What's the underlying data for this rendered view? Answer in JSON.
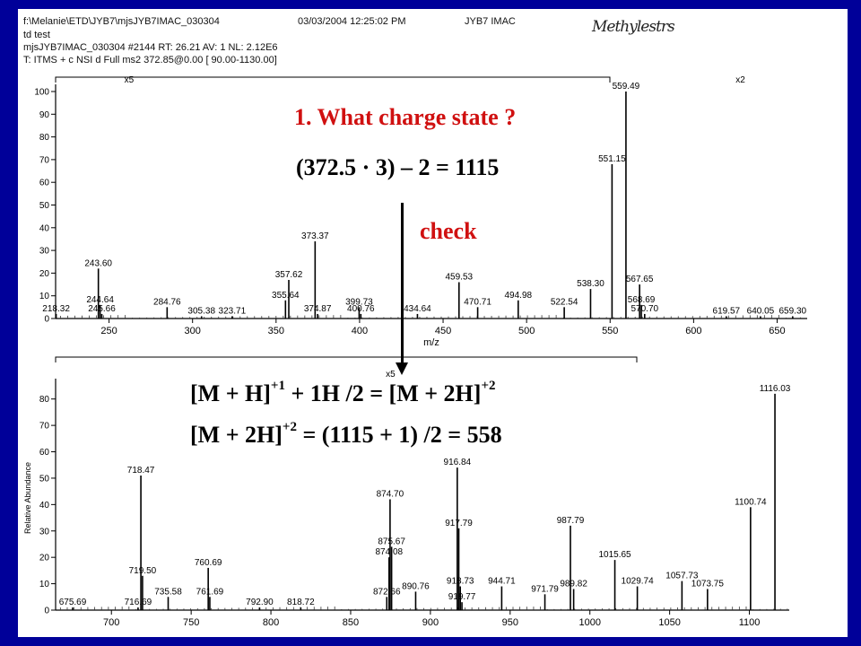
{
  "header": {
    "path": "f:\\Melanie\\ETD\\JYB7\\mjsJYB7IMAC_030304",
    "datetime": "03/03/2004 12:25:02 PM",
    "sample": "JYB7 IMAC",
    "line2": "td test",
    "scan": "mjsJYB7IMAC_030304 #2144   RT: 26.21   AV: 1   NL: 2.12E6",
    "filter": "T: ITMS + c NSI d Full ms2 372.85@0.00 [ 90.00-1130.00]",
    "handwriting": "Methylestrs"
  },
  "overlay": {
    "question": "1. What charge state ?",
    "calc": "(372.5 · 3) – 2 = 1115",
    "check": "check",
    "eq1_a": "[M + H]",
    "eq1_sup1": "+1",
    "eq1_b": " + 1H /2  = [M + 2H]",
    "eq1_sup2": "+2",
    "eq2_a": "[M + 2H]",
    "eq2_sup": "+2",
    "eq2_b": " = (1115 + 1) /2   = 558"
  },
  "colors": {
    "background": "#000099",
    "accent_red": "#d01010",
    "paper": "#ffffff"
  },
  "chart_data": [
    {
      "type": "bar",
      "xlabel": "m/z",
      "ylabel": "",
      "xlim": [
        218,
        668
      ],
      "ylim": [
        0,
        100
      ],
      "xticks": [
        250,
        300,
        350,
        400,
        450,
        500,
        550,
        600,
        650
      ],
      "yticks": [
        0,
        10,
        20,
        30,
        40,
        50,
        60,
        70,
        80,
        90,
        100
      ],
      "zoom_labels": [
        {
          "text": "x5",
          "x": 262
        },
        {
          "text": "x2",
          "x": 628
        }
      ],
      "peaks": [
        {
          "x": 218.32,
          "y": 2,
          "label": "218.32"
        },
        {
          "x": 243.6,
          "y": 22,
          "label": "243.60"
        },
        {
          "x": 244.64,
          "y": 6,
          "label": "244.64"
        },
        {
          "x": 245.66,
          "y": 2,
          "label": "245.66"
        },
        {
          "x": 284.76,
          "y": 5,
          "label": "284.76"
        },
        {
          "x": 305.38,
          "y": 1,
          "label": "305.38"
        },
        {
          "x": 323.71,
          "y": 1,
          "label": "323.71"
        },
        {
          "x": 355.64,
          "y": 8,
          "label": "355.64"
        },
        {
          "x": 357.62,
          "y": 17,
          "label": "357.62"
        },
        {
          "x": 373.37,
          "y": 34,
          "label": "373.37"
        },
        {
          "x": 374.87,
          "y": 2,
          "label": "374.87"
        },
        {
          "x": 399.73,
          "y": 5,
          "label": "399.73"
        },
        {
          "x": 400.76,
          "y": 2,
          "label": "400.76"
        },
        {
          "x": 434.64,
          "y": 2,
          "label": "434.64"
        },
        {
          "x": 459.53,
          "y": 16,
          "label": "459.53"
        },
        {
          "x": 470.71,
          "y": 5,
          "label": "470.71"
        },
        {
          "x": 494.98,
          "y": 8,
          "label": "494.98"
        },
        {
          "x": 522.54,
          "y": 5,
          "label": "522.54"
        },
        {
          "x": 538.3,
          "y": 13,
          "label": "538.30"
        },
        {
          "x": 551.15,
          "y": 68,
          "label": "551.15"
        },
        {
          "x": 559.49,
          "y": 100,
          "label": "559.49"
        },
        {
          "x": 567.65,
          "y": 15,
          "label": "567.65"
        },
        {
          "x": 568.69,
          "y": 6,
          "label": "568.69"
        },
        {
          "x": 570.7,
          "y": 2,
          "label": "570.70"
        },
        {
          "x": 619.57,
          "y": 1,
          "label": "619.57"
        },
        {
          "x": 640.05,
          "y": 1,
          "label": "640.05"
        },
        {
          "x": 659.3,
          "y": 1,
          "label": "659.30"
        }
      ]
    },
    {
      "type": "bar",
      "xlabel": "",
      "ylabel": "Relative Abundance",
      "xlim": [
        665,
        1125
      ],
      "ylim": [
        0,
        85
      ],
      "xticks": [
        700,
        750,
        800,
        850,
        900,
        950,
        1000,
        1050,
        1100
      ],
      "yticks": [
        0,
        10,
        20,
        30,
        40,
        50,
        60,
        70,
        80
      ],
      "zoom_labels": [
        {
          "text": "x5",
          "x": 875
        }
      ],
      "peaks": [
        {
          "x": 675.69,
          "y": 1,
          "label": "675.69"
        },
        {
          "x": 716.69,
          "y": 1,
          "label": "716.69"
        },
        {
          "x": 718.47,
          "y": 51,
          "label": "718.47"
        },
        {
          "x": 719.5,
          "y": 13,
          "label": "719.50"
        },
        {
          "x": 735.58,
          "y": 5,
          "label": "735.58"
        },
        {
          "x": 760.69,
          "y": 16,
          "label": "760.69"
        },
        {
          "x": 761.69,
          "y": 5,
          "label": "761.69"
        },
        {
          "x": 792.9,
          "y": 1,
          "label": "792.90"
        },
        {
          "x": 818.72,
          "y": 1,
          "label": "818.72"
        },
        {
          "x": 872.66,
          "y": 5,
          "label": "872.66"
        },
        {
          "x": 874.08,
          "y": 20,
          "label": "874.08"
        },
        {
          "x": 874.7,
          "y": 42,
          "label": "874.70"
        },
        {
          "x": 875.67,
          "y": 24,
          "label": "875.67"
        },
        {
          "x": 890.76,
          "y": 7,
          "label": "890.76"
        },
        {
          "x": 916.84,
          "y": 54,
          "label": "916.84"
        },
        {
          "x": 917.79,
          "y": 31,
          "label": "917.79"
        },
        {
          "x": 918.73,
          "y": 9,
          "label": "918.73"
        },
        {
          "x": 919.77,
          "y": 3,
          "label": "919.77"
        },
        {
          "x": 944.71,
          "y": 9,
          "label": "944.71"
        },
        {
          "x": 971.79,
          "y": 6,
          "label": "971.79"
        },
        {
          "x": 987.79,
          "y": 32,
          "label": "987.79"
        },
        {
          "x": 989.82,
          "y": 8,
          "label": "989.82"
        },
        {
          "x": 1015.65,
          "y": 19,
          "label": "1015.65"
        },
        {
          "x": 1029.74,
          "y": 9,
          "label": "1029.74"
        },
        {
          "x": 1057.73,
          "y": 11,
          "label": "1057.73"
        },
        {
          "x": 1073.75,
          "y": 8,
          "label": "1073.75"
        },
        {
          "x": 1100.74,
          "y": 39,
          "label": "1100.74"
        },
        {
          "x": 1116.03,
          "y": 82,
          "label": "1116.03"
        }
      ]
    }
  ]
}
